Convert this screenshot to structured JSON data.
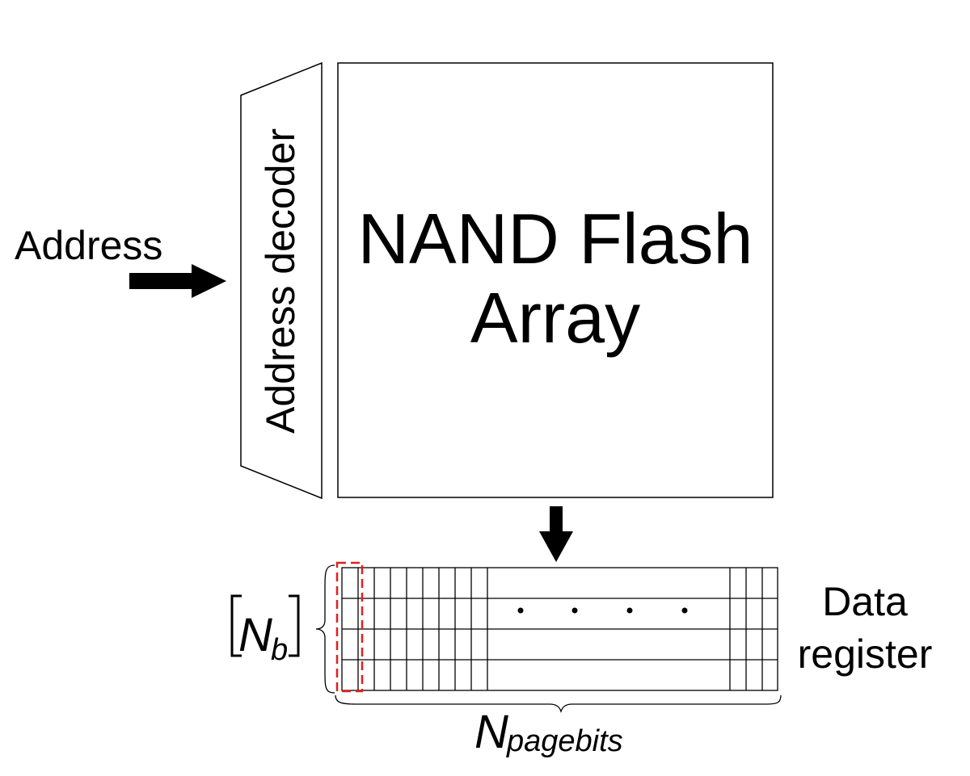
{
  "input_label": "Address",
  "decoder_label": "Address decoder",
  "array_label_line1": "NAND Flash",
  "array_label_line2": "Array",
  "register_label_line1": "Data",
  "register_label_line2": "register",
  "nb_symbol": "N",
  "nb_subscript": "b",
  "pagebits_symbol": "N",
  "pagebits_subscript": "pagebits",
  "highlight_color": "#e02020"
}
